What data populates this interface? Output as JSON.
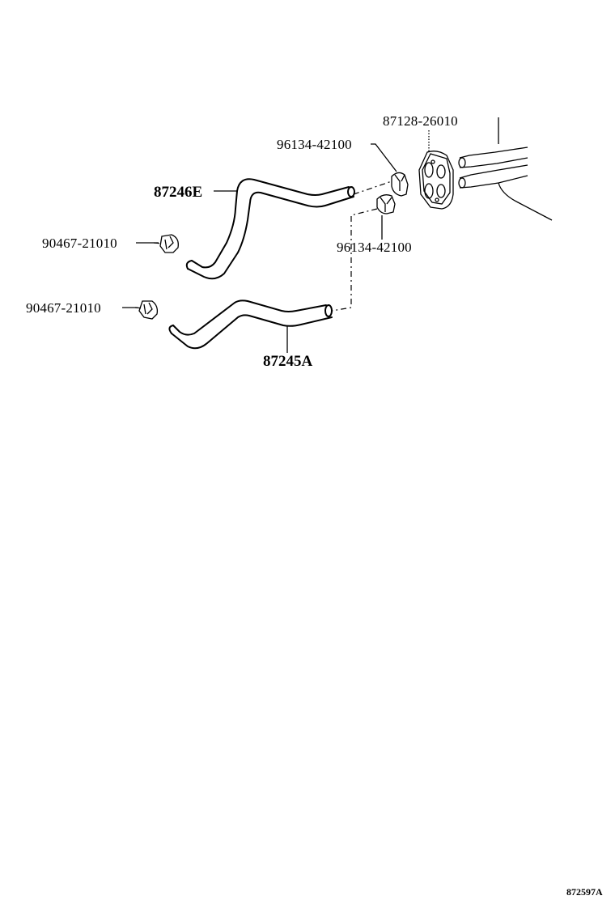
{
  "labels": {
    "part_87128": "87128-26010",
    "part_96134_upper": "96134-42100",
    "part_96134_lower": "96134-42100",
    "part_87246E": "87246E",
    "part_90467_upper": "90467-21010",
    "part_90467_lower": "90467-21010",
    "part_87245A": "87245A",
    "figure_code": "872597A"
  }
}
